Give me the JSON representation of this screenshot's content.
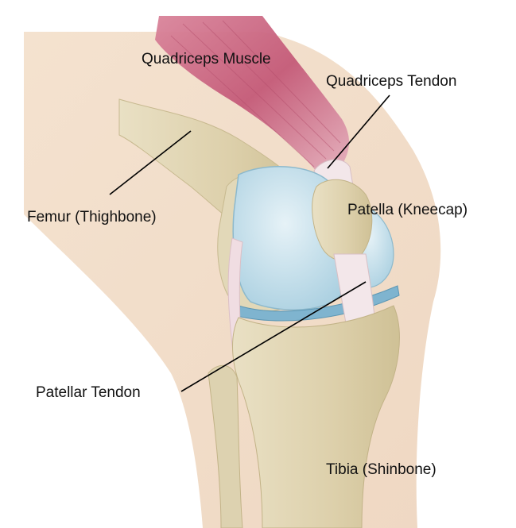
{
  "labels": {
    "quadriceps_muscle": "Quadriceps Muscle",
    "quadriceps_tendon": "Quadriceps Tendon",
    "femur": "Femur (Thighbone)",
    "patella": "Patella (Kneecap)",
    "patellar_tendon": "Patellar Tendon",
    "tibia": "Tibia (Shinbone)"
  },
  "colors": {
    "skin": "#f2ddc8",
    "bone": "#e6dcbc",
    "cartilage": "#cfe4ee",
    "meniscus": "#7fb4cf",
    "muscle": "#c45a78",
    "tendon": "#f3e7ea",
    "leader_line": "#000000"
  }
}
